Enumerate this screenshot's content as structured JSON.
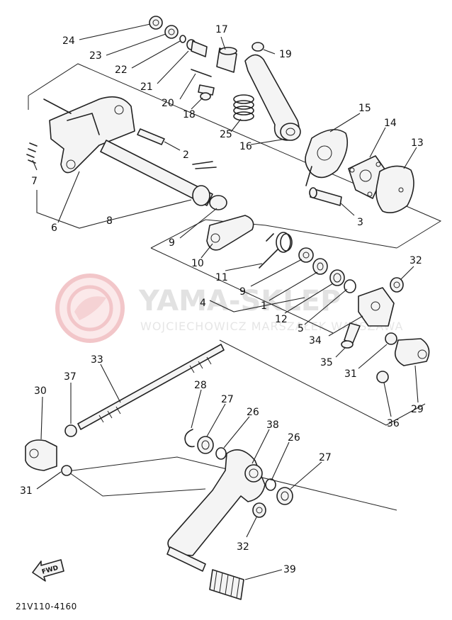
{
  "diagram": {
    "drawing_code": "21V110-4160",
    "direction_label": "FWD",
    "watermark": {
      "brand": "YAMA-SKLEP",
      "subtitle": "WOJCIECHOWICZ MARSZAŁEK WARSZAWA"
    },
    "callouts": [
      "24",
      "23",
      "22",
      "21",
      "20",
      "17",
      "19",
      "18",
      "25",
      "16",
      "15",
      "14",
      "13",
      "2",
      "7",
      "6",
      "8",
      "9",
      "3",
      "10",
      "11",
      "9",
      "1",
      "12",
      "4",
      "5",
      "32",
      "34",
      "35",
      "31",
      "29",
      "36",
      "33",
      "37",
      "30",
      "28",
      "27",
      "26",
      "38",
      "26",
      "27",
      "31",
      "32",
      "39"
    ]
  }
}
